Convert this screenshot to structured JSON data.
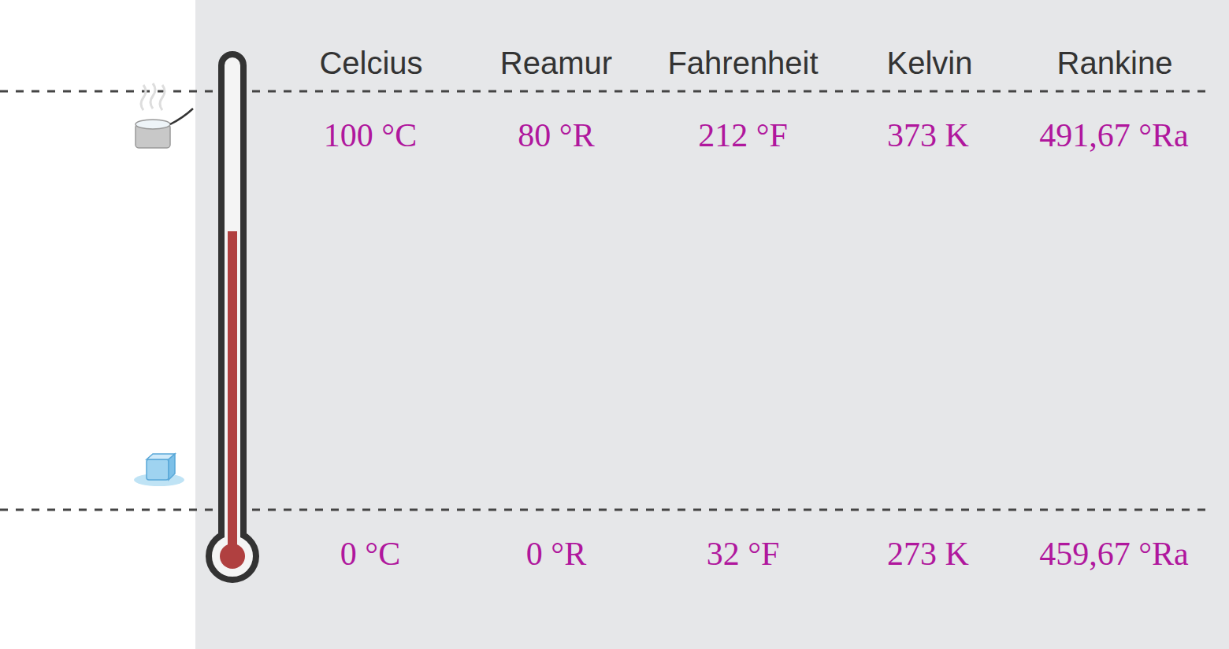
{
  "diagram": {
    "labels": [
      "Celcius",
      "Reamur",
      "Fahrenheit",
      "Kelvin",
      "Rankine",
      "100 °C",
      "80 °R",
      "212 °F",
      "373 K",
      "491,67 °Ra",
      "0 °C",
      "0 °R",
      "32 °F",
      "273 K",
      "459,67 °Ra"
    ]
  }
}
